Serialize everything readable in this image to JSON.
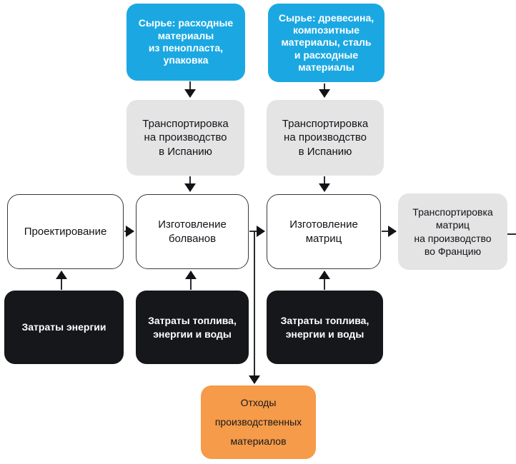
{
  "diagram": {
    "description": "Производственная схема (этапы изготовления матриц)",
    "colors": {
      "raw_material_blue": "#1ba8e2",
      "transport_gray": "#e4e4e5",
      "process_white": "#ffffff",
      "resource_black": "#16171b",
      "waste_orange": "#f59b49",
      "arrow": "#121317"
    },
    "nodes": {
      "raw_materials_foam": {
        "label": "Сырье: расходные\nматериалы\nиз пенопласта,\nупаковка",
        "type": "raw-material"
      },
      "raw_materials_wood": {
        "label": "Сырье: древесина,\nкомпозитные\nматериалы, сталь\nи расходные\nматериалы",
        "type": "raw-material"
      },
      "transport_spain_1": {
        "label": "Транспортировка\nна производство\nв Испанию",
        "type": "transport"
      },
      "transport_spain_2": {
        "label": "Транспортировка\nна производство\nв Испанию",
        "type": "transport"
      },
      "design": {
        "label": "Проектирование",
        "type": "process"
      },
      "blanks_production": {
        "label": "Изготовление\nболванов",
        "type": "process"
      },
      "molds_production": {
        "label": "Изготовление\nматриц",
        "type": "process"
      },
      "transport_france": {
        "label": "Транспортировка\nматриц\nна производство\nво Францию",
        "type": "transport"
      },
      "energy_costs": {
        "label": "Затраты энергии",
        "type": "resource"
      },
      "fuel_energy_water_1": {
        "label": "Затраты топлива,\nэнергии и воды",
        "type": "resource"
      },
      "fuel_energy_water_2": {
        "label": "Затраты топлива,\nэнергии и воды",
        "type": "resource"
      },
      "production_waste": {
        "label": "Отходы\nпроизводственных\nматериалов",
        "type": "waste"
      }
    },
    "edges": [
      {
        "from": "raw_materials_foam",
        "to": "transport_spain_1"
      },
      {
        "from": "raw_materials_wood",
        "to": "transport_spain_2"
      },
      {
        "from": "transport_spain_1",
        "to": "blanks_production"
      },
      {
        "from": "transport_spain_2",
        "to": "molds_production"
      },
      {
        "from": "design",
        "to": "blanks_production"
      },
      {
        "from": "blanks_production",
        "to": "molds_production"
      },
      {
        "from": "blanks_production",
        "to": "production_waste"
      },
      {
        "from": "molds_production",
        "to": "transport_france"
      },
      {
        "from": "transport_france",
        "to": "offscreen-right"
      },
      {
        "from": "energy_costs",
        "to": "design"
      },
      {
        "from": "fuel_energy_water_1",
        "to": "blanks_production"
      },
      {
        "from": "fuel_energy_water_2",
        "to": "molds_production"
      }
    ]
  }
}
